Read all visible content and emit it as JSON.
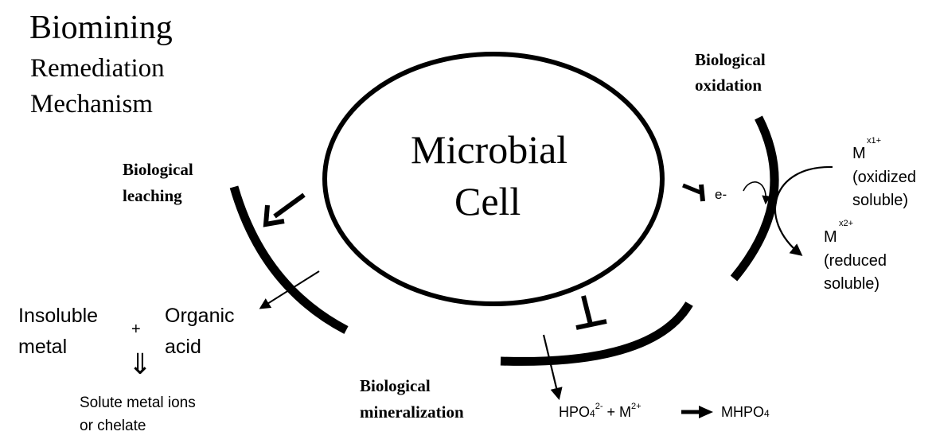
{
  "headings": {
    "line1": "Biomining",
    "line2": "Remediation",
    "line3": "Mechanism"
  },
  "cell": {
    "line1": "Microbial",
    "line2": "Cell"
  },
  "processes": {
    "leaching": {
      "line1": "Biological",
      "line2": "leaching"
    },
    "oxidation": {
      "line1": "Biological",
      "line2": "oxidation"
    },
    "mineralization": {
      "line1": "Biological",
      "line2": "mineralization"
    }
  },
  "leaching_reaction": {
    "reactant1_line1": "Insoluble",
    "reactant1_line2": "metal",
    "plus": "+",
    "reactant2_line1": "Organic",
    "reactant2_line2": "acid",
    "arrow": "⇓",
    "product_line1": "Solute metal ions",
    "product_line2": "or chelate"
  },
  "oxidation_reaction": {
    "electron": "e-",
    "oxidized_symbol": "M",
    "oxidized_sup": "x1+",
    "oxidized_label1": "(oxidized",
    "oxidized_label2": "soluble)",
    "reduced_symbol": "M",
    "reduced_sup": "x2+",
    "reduced_label1": "(reduced",
    "reduced_label2": "soluble)"
  },
  "mineralization_reaction": {
    "reactant1": "HPO",
    "reactant1_sub": "4",
    "reactant1_sup": "2-",
    "plus": "+ M",
    "metal_sup": "2+",
    "product": "MHPO",
    "product_sub": "4"
  }
}
